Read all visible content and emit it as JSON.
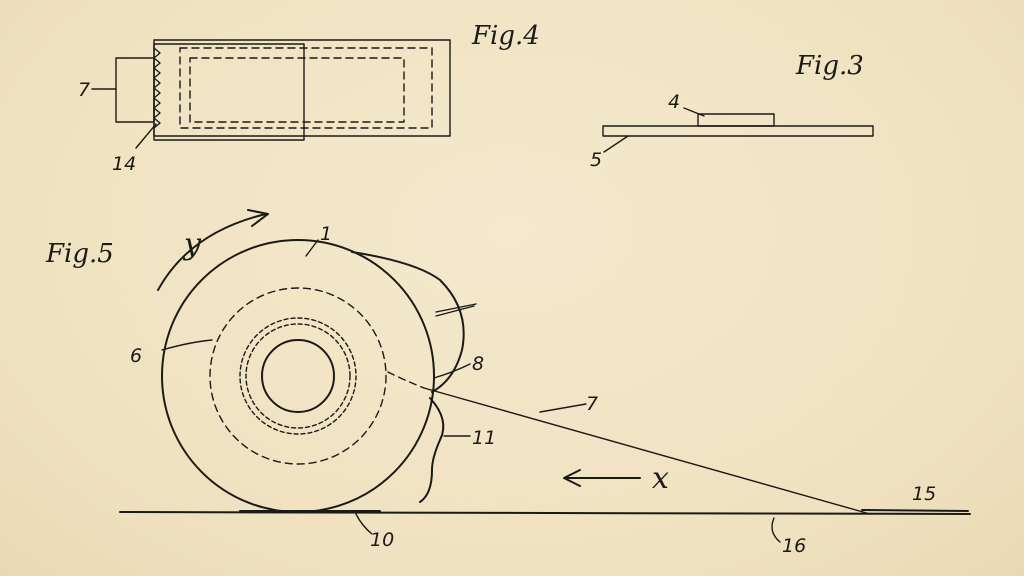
{
  "figures": {
    "fig4": {
      "label": "Fig.4",
      "refs": {
        "tape_end": "7",
        "serration": "14"
      }
    },
    "fig3": {
      "label": "Fig.3",
      "refs": {
        "pad": "4",
        "base": "5"
      }
    },
    "fig5": {
      "label": "Fig.5",
      "refs": {
        "roll": "1",
        "core_ring": "6",
        "tape": "7",
        "edge": "8",
        "contact": "10",
        "housing": "11",
        "tape_end": "15",
        "surface": "16"
      },
      "rotation_symbol": "y",
      "direction_symbol": "x"
    }
  },
  "colors": {
    "paper": "#f2e6c8",
    "ink": "#1c1a17"
  }
}
